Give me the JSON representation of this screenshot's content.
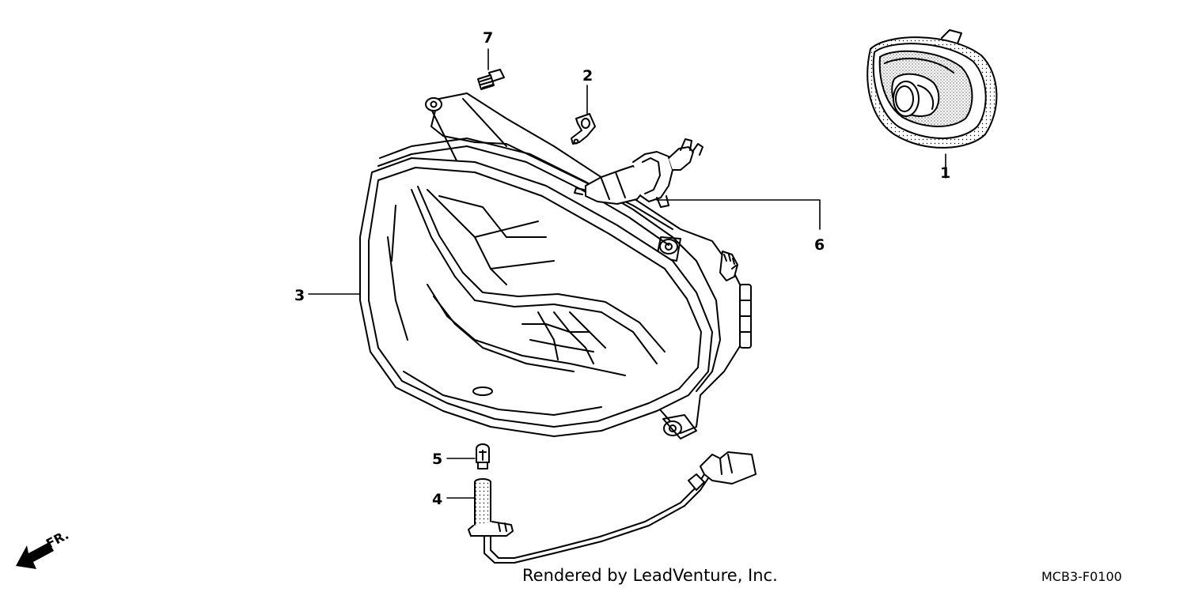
{
  "diagram": {
    "parts": [
      {
        "number": "1",
        "name": "headlight-socket-cover"
      },
      {
        "number": "2",
        "name": "wire-clip"
      },
      {
        "number": "3",
        "name": "headlight-unit"
      },
      {
        "number": "4",
        "name": "position-light-socket"
      },
      {
        "number": "5",
        "name": "position-light-bulb"
      },
      {
        "number": "6",
        "name": "headlight-bulb"
      },
      {
        "number": "7",
        "name": "screw"
      }
    ],
    "direction_label": "FR.",
    "footer": {
      "credit": "Rendered by LeadVenture, Inc.",
      "diagram_code": "MCB3-F0100"
    }
  }
}
